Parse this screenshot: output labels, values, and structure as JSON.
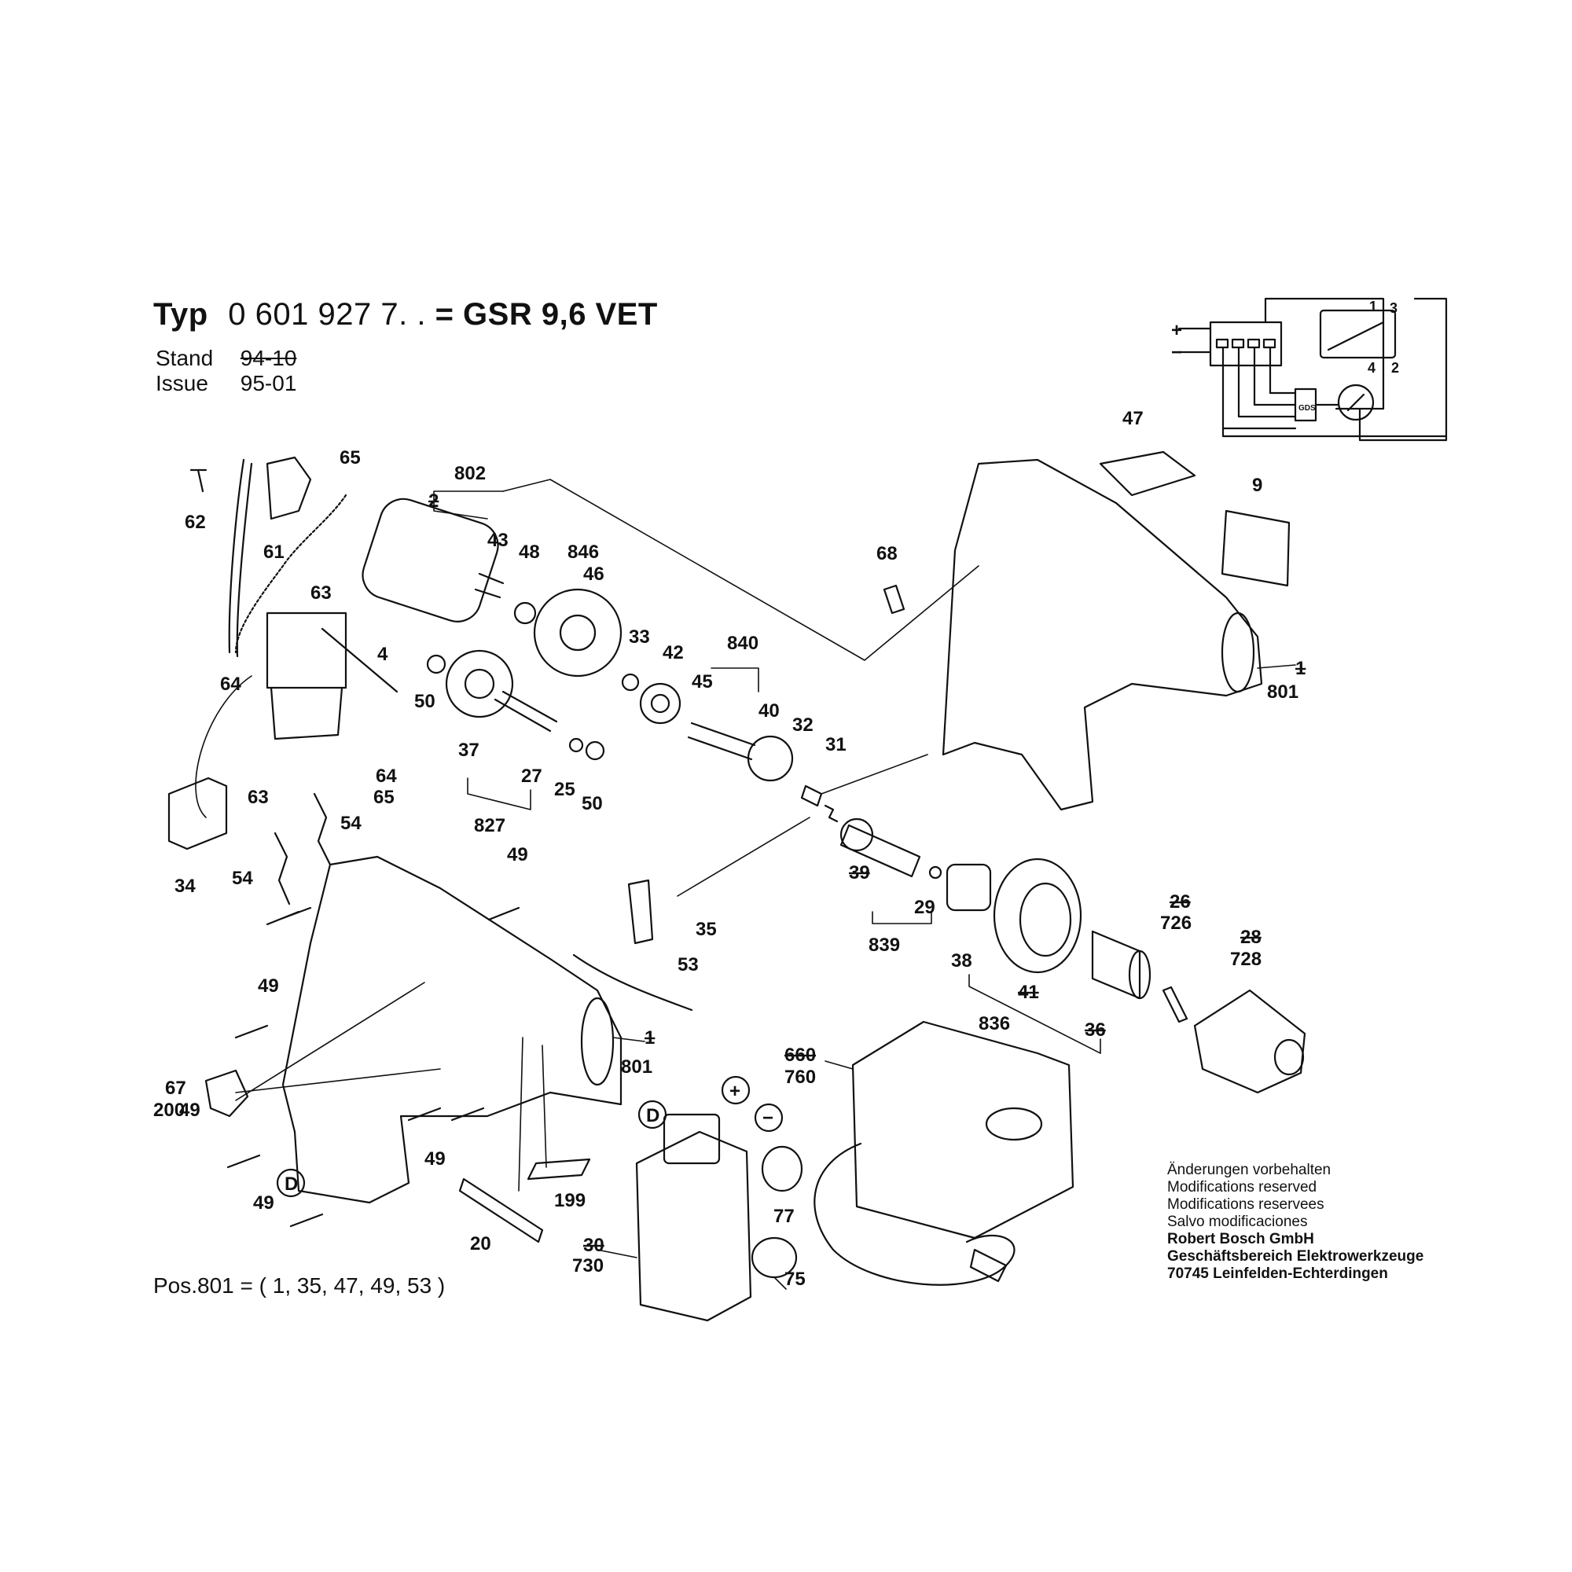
{
  "header": {
    "typ_label": "Typ",
    "type_number": "0 601 927 7. .",
    "equals": "=",
    "model": "GSR 9,6 VET",
    "stand_label": "Stand",
    "stand_value": "94-10",
    "issue_label": "Issue",
    "issue_value": "95-01"
  },
  "footer": {
    "pos801": "Pos.801 = ( 1, 35, 47, 49, 53 )"
  },
  "notes": {
    "de": "Änderungen vorbehalten",
    "en": "Modifications reserved",
    "fr": "Modifications reservees",
    "es": "Salvo modificaciones",
    "company": "Robert Bosch GmbH",
    "division": "Geschäftsbereich Elektrowerkzeuge",
    "address": "70745 Leinfelden-Echterdingen"
  },
  "wiring": {
    "plus": "+",
    "minus": "−",
    "t1": "1",
    "t2": "2",
    "t3": "3",
    "t4": "4",
    "chip": "GDS"
  },
  "symbols": {
    "d": "D",
    "plus": "+",
    "minus": "−"
  },
  "labels": {
    "p62": "62",
    "p61": "61",
    "p65a": "65",
    "p63a": "63",
    "p802": "802",
    "p2": "2",
    "p43": "43",
    "p48": "48",
    "p846": "846",
    "p46": "46",
    "p33": "33",
    "p42": "42",
    "p840": "840",
    "p45": "45",
    "p40": "40",
    "p4": "4",
    "p64a": "64",
    "p64b": "64",
    "p50a": "50",
    "p50b": "50",
    "p37": "37",
    "p27": "27",
    "p25": "25",
    "p827": "827",
    "p32": "32",
    "p31": "31",
    "p63b": "63",
    "p65b": "65",
    "p54a": "54",
    "p54b": "54",
    "p34": "34",
    "p47": "47",
    "p9": "9",
    "p68": "68",
    "p1a": "1",
    "p801a": "801",
    "p49a": "49",
    "p49b": "49",
    "p49c": "49",
    "p49d": "49",
    "p49e": "49",
    "p35": "35",
    "p53": "53",
    "p39": "39",
    "p29": "29",
    "p839": "839",
    "p38": "38",
    "p41": "41",
    "p836": "836",
    "p36": "36",
    "p26": "26",
    "p726": "726",
    "p28": "28",
    "p728": "728",
    "p1b": "1",
    "p801b": "801",
    "p67": "67",
    "p200": "200",
    "p660": "660",
    "p760": "760",
    "p199": "199",
    "p20": "20",
    "p77": "77",
    "p30": "30",
    "p730": "730",
    "p75": "75"
  }
}
